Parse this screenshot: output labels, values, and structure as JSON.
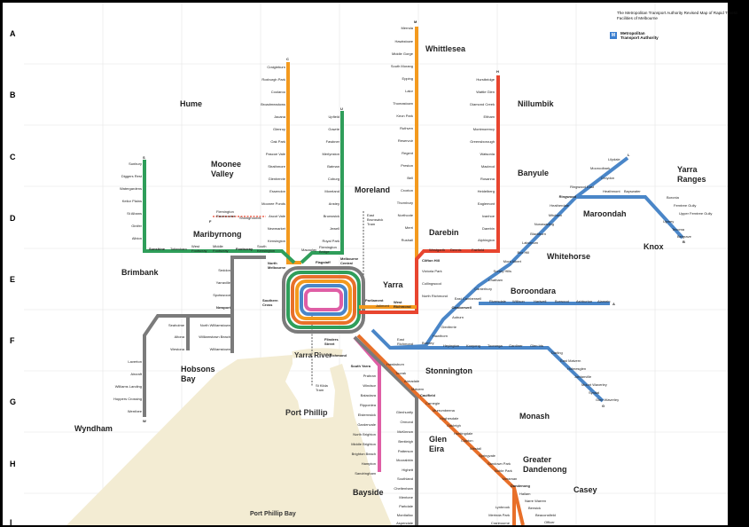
{
  "header": {
    "title": "The Metropolitan Transport Authority Revised Map of Rapid Transit Facilities of Melbourne",
    "logo_badge": "M",
    "logo_text": "Metropolitan Transport Authority"
  },
  "grid": {
    "rows": [
      "A",
      "B",
      "C",
      "D",
      "E",
      "F",
      "G",
      "H",
      "I"
    ]
  },
  "regions": {
    "whittlesea": "Whittlesea",
    "hume": "Hume",
    "nillumbik": "Nillumbik",
    "moonee_valley": "Moonee Valley",
    "moreland": "Moreland",
    "banyule": "Banyule",
    "yarra_ranges": "Yarra Ranges",
    "maroondah": "Maroondah",
    "maribyrnong": "Maribyrnong",
    "darebin": "Darebin",
    "knox": "Knox",
    "brimbank": "Brimbank",
    "whitehorse": "Whitehorse",
    "yarra": "Yarra",
    "boroondara": "Boroondara",
    "hobsons_bay": "Hobsons Bay",
    "stonnington": "Stonnington",
    "wyndham": "Wyndham",
    "monash": "Monash",
    "glen_eira": "Glen Eira",
    "greater_dandenong": "Greater Dandenong",
    "casey": "Casey",
    "bayside": "Bayside"
  },
  "water": {
    "yarra_river": "Yarra River",
    "port_phillip": "Port Phillip",
    "port_phillip_bay": "Port Phillip Bay"
  },
  "colors": {
    "background": "#ffffff",
    "frame": "#000000",
    "bay": "#f3ecd3",
    "grid": "#e4e4e4",
    "line_orange": "#f39a1e",
    "line_red": "#e8452f",
    "line_green": "#2f9e5a",
    "line_blue": "#4a86c8",
    "line_grey": "#7b7b7b",
    "line_pink": "#df5ea5",
    "line_darkorange": "#e8702a"
  },
  "terminals": {
    "south_morang": "M",
    "craigieburn": "C",
    "upfield": "U",
    "hurstbridge": "H",
    "sunbury": "S",
    "flemington": "F",
    "lilydale": "L",
    "belgrave": "B",
    "alamein": "A",
    "glen_waverley": "G",
    "werribee": "W"
  },
  "stations": {
    "whittlesea_line": [
      "Mernda",
      "Hawkstowe",
      "Middle Gorge",
      "South Morang",
      "Epping",
      "Lalor",
      "Thomastown",
      "Keon Park",
      "Ruthven",
      "Reservoir",
      "Regent",
      "Preston",
      "Bell",
      "Croxton",
      "Thornbury",
      "Northcote",
      "Merri",
      "Rushall"
    ],
    "craigieburn_line": [
      "Craigieburn",
      "Roxburgh Park",
      "Coolaroo",
      "Broadmeadows",
      "Jacana",
      "Glenroy",
      "Oak Park",
      "Pascoe Vale",
      "Strathmore",
      "Glenbervie",
      "Essendon",
      "Moonee Ponds",
      "Ascot Vale",
      "Newmarket",
      "Kensington"
    ],
    "upfield_line": [
      "Upfield",
      "Gowrie",
      "Fawkner",
      "Merlynston",
      "Batman",
      "Coburg",
      "Moreland",
      "Anstey",
      "Brunswick",
      "Jewell",
      "Royal Park",
      "Flemington Bridge",
      "Macaulay"
    ],
    "hurstbridge_line": [
      "Hurstbridge",
      "Wattle Glen",
      "Diamond Creek",
      "Eltham",
      "Montmorency",
      "Greensborough",
      "Watsonia",
      "Macleod",
      "Rosanna",
      "Heidelberg",
      "Eaglemont",
      "Ivanhoe",
      "Darebin",
      "Alphington"
    ],
    "clifton_hill_group": [
      "Westgarth",
      "Dennis",
      "Fairfield",
      "Clifton Hill",
      "Victoria Park",
      "Collingwood",
      "North Richmond"
    ],
    "sunbury_line": [
      "Sunbury",
      "Diggers Rest",
      "Watergardens",
      "Keilor Plains",
      "St Albans",
      "Ginifer",
      "Albion"
    ],
    "west_line": [
      "Sunshine",
      "Tottenham",
      "West Footscray",
      "Middle Footscray",
      "Footscray",
      "South Kensington",
      "North Melbourne"
    ],
    "flemington": [
      "Flemington Racecourse",
      "Showgrounds"
    ],
    "east_brunswick": [
      "East Brunswick Tram"
    ],
    "williamstown_line": [
      "Seddon",
      "Yarraville",
      "Spotswood",
      "Newport",
      "North Williamstown",
      "Williamstown Beach",
      "Williamstown",
      "Seaholme",
      "Altona",
      "Westona"
    ],
    "werribee_line": [
      "Laverton",
      "Aircraft",
      "Williams Landing",
      "Hoppers Crossing",
      "Werribee"
    ],
    "city_loop": [
      "Flagstaff",
      "Melbourne Central",
      "Parliament",
      "Flinders Street",
      "Southern Cross",
      "Jolimont",
      "West Richmond",
      "East Richmond"
    ],
    "lilydale_line": [
      "Lilydale",
      "Mooroolbark",
      "Croydon",
      "Ringwood East",
      "Ringwood",
      "Heatherdale",
      "Mitcham",
      "Nunawading",
      "Blackburn",
      "Laburnum",
      "Box Hill",
      "Mont Albert",
      "Surrey Hills",
      "Chatham",
      "Canterbury",
      "East Camberwell",
      "Camberwell",
      "Auburn",
      "Glenferrie",
      "Hawthorn",
      "Burnley"
    ],
    "belgrave_line": [
      "Heathmont",
      "Bayswater",
      "Boronia",
      "Ferntree Gully",
      "Upper Ferntree Gully",
      "Upwey",
      "Tecoma",
      "Belgrave"
    ],
    "alamein_line": [
      "Riversdale",
      "Willison",
      "Hartwell",
      "Burwood",
      "Ashburton",
      "Alamein"
    ],
    "glen_waverley_line": [
      "Heyington",
      "Kooyong",
      "Tooronga",
      "Gardiner",
      "Glen Iris",
      "Darling",
      "East Malvern",
      "Holmesglen",
      "Jordanville",
      "Mount Waverley",
      "Syndal",
      "Glen Waverley"
    ],
    "sandringham_line": [
      "Richmond",
      "South Yarra",
      "Prahran",
      "Windsor",
      "Balaclava",
      "Ripponlea",
      "Elsternwick",
      "Gardenvale",
      "North Brighton",
      "Middle Brighton",
      "Brighton Beach",
      "Hampton",
      "Sandringham"
    ],
    "st_kilda": [
      "St Kilda Tram"
    ],
    "frankston_line": [
      "Hawksburn",
      "Toorak",
      "Armadale",
      "Malvern",
      "Caulfield",
      "Glenhuntly",
      "Ormond",
      "McKinnon",
      "Bentleigh",
      "Patterson",
      "Moorabbin",
      "Highett",
      "Southland",
      "Cheltenham",
      "Mentone",
      "Parkdale",
      "Mordialloc",
      "Aspendale"
    ],
    "dandenong_line": [
      "Carnegie",
      "Murrumbeena",
      "Hughesdale",
      "Oakleigh",
      "Huntingdale",
      "Clayton",
      "Westall",
      "Springvale",
      "Sandown Park",
      "Noble Park",
      "Yarraman",
      "Dandenong",
      "Hallam",
      "Narre Warren",
      "Berwick",
      "Beaconsfield",
      "Officer",
      "Lynbrook",
      "Merinda Park",
      "Cranbourne"
    ]
  }
}
